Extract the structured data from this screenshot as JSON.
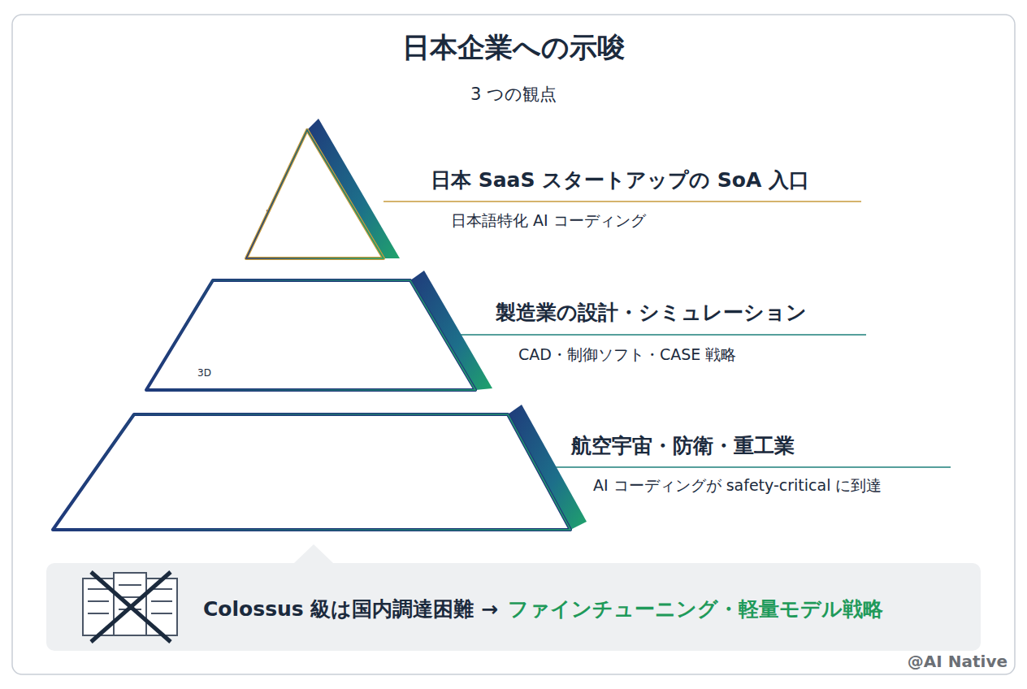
{
  "diagram": {
    "title": "日本企業への示唆",
    "nodes": [
      {
        "text": [
          "日本 SaaS スタートアップの SoA 入口",
          "日本語特化 AI コーディング"
        ]
      },
      {
        "text": [
          "製造業の設計・シミュレーション",
          "CAD・制御ソフト・CASE 戦略"
        ]
      },
      {
        "text": [
          "航空宇宙・防衛・重工業",
          "AI コーディングが safety-critical に到達"
        ]
      },
      {
        "text": [
          "Colossus 級は国内調達困難 →",
          "ファインチューニング・軽量モデル戦略"
        ]
      }
    ],
    "labels": [
      "3 つの観点",
      "3D",
      "@AI Native"
    ]
  }
}
